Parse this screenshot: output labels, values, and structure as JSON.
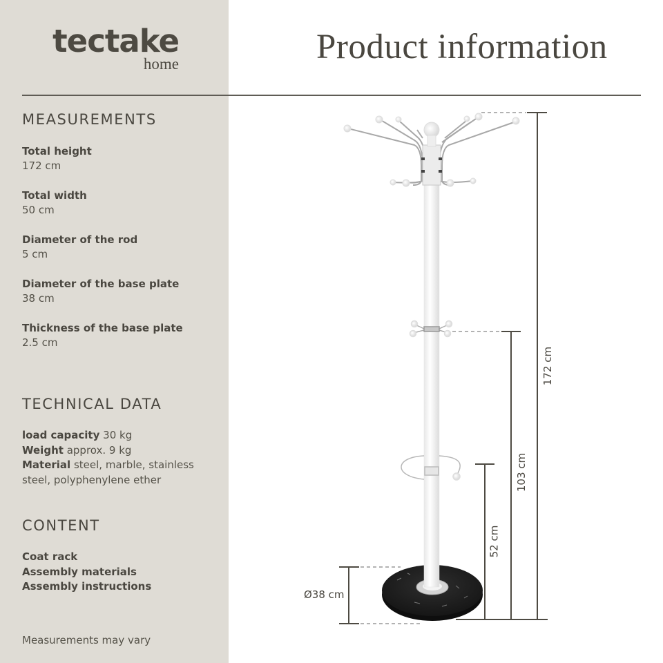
{
  "brand": {
    "name": "tectake",
    "sub": "home"
  },
  "header": {
    "title": "Product information"
  },
  "measurements": {
    "heading": "MEASUREMENTS",
    "items": [
      {
        "label": "Total height",
        "value": "172 cm"
      },
      {
        "label": "Total width",
        "value": "50 cm"
      },
      {
        "label": "Diameter of the rod",
        "value": "5 cm"
      },
      {
        "label": "Diameter of the base plate",
        "value": "38 cm"
      },
      {
        "label": "Thickness of the base plate",
        "value": "2.5 cm"
      }
    ]
  },
  "technical_data": {
    "heading": "TECHNICAL DATA",
    "items": [
      {
        "label": "load capacity",
        "value": "30 kg"
      },
      {
        "label": "Weight",
        "value": "approx. 9 kg"
      },
      {
        "label": "Material",
        "value": "steel, marble, stainless steel, polyphenylene ether"
      }
    ]
  },
  "content": {
    "heading": "CONTENT",
    "items": [
      "Coat rack",
      "Assembly materials",
      "Assembly instructions"
    ]
  },
  "footnote": "Measurements may vary",
  "diagram": {
    "dimensions": {
      "total_height": "172 cm",
      "middle_hooks_height": "103 cm",
      "umbrella_ring_height": "52 cm",
      "base_diameter": "Ø38 cm"
    }
  },
  "colors": {
    "panel_bg": "#dfdcd5",
    "text": "#4a4740",
    "line": "#4d4a42",
    "base": "#1c1c1c"
  }
}
